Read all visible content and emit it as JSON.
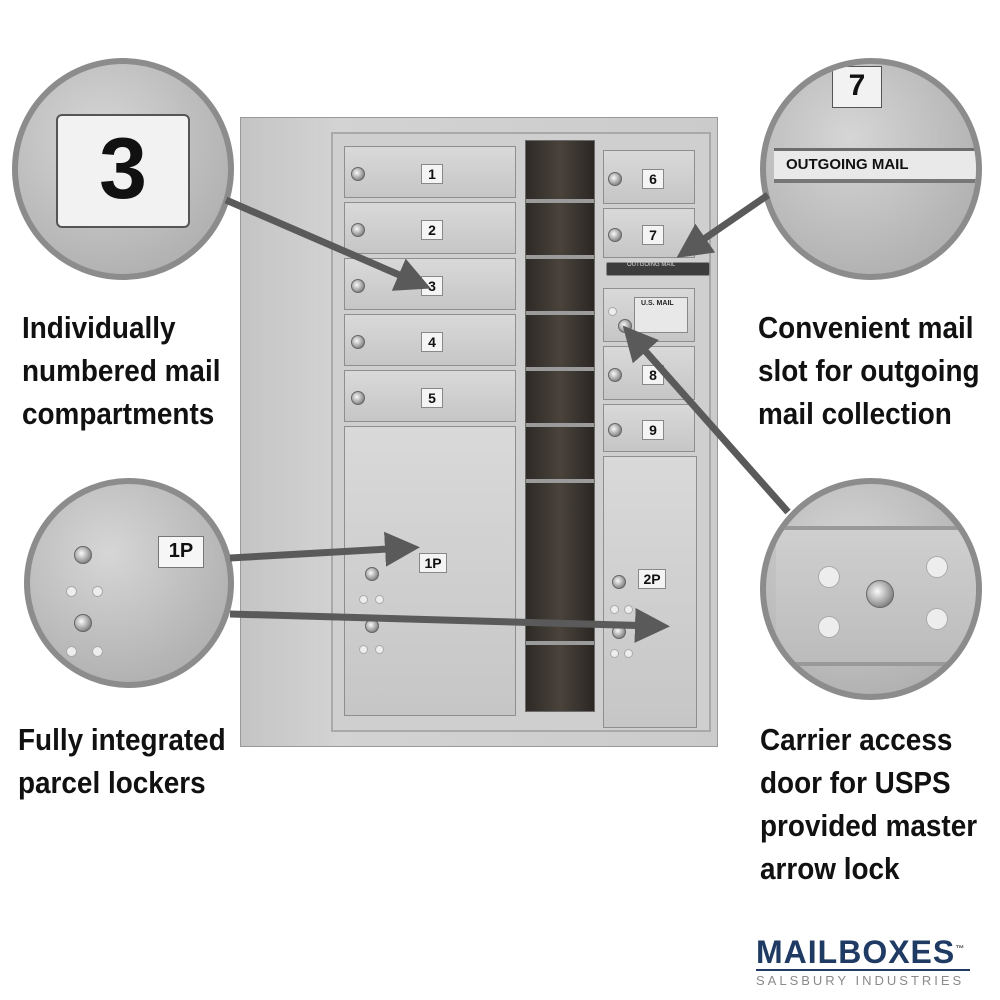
{
  "captions": {
    "left_top": [
      "Individually",
      "numbered mail",
      "compartments"
    ],
    "left_bottom": [
      "Fully integrated",
      "parcel lockers"
    ],
    "right_top": [
      "Convenient mail",
      "slot for outgoing",
      "mail collection"
    ],
    "right_bottom": [
      "Carrier access",
      "door for USPS",
      "provided master",
      "arrow lock"
    ]
  },
  "zoom_labels": {
    "compartment_number": "3",
    "parcel_number": "1P",
    "slot_number": "7",
    "outgoing_mail": "OUTGOING MAIL"
  },
  "compartments_left": [
    "1",
    "2",
    "3",
    "4",
    "5"
  ],
  "compartments_right": [
    "6",
    "7",
    "8",
    "9"
  ],
  "parcel_left": "1P",
  "parcel_right": "2P",
  "usps_plate": "U.S. MAIL",
  "outgoing_slot_label": "OUTGOING MAIL",
  "logo": {
    "name": "MAILBOXES",
    "trademark": "™",
    "subtitle": "SALSBURY INDUSTRIES"
  },
  "colors": {
    "logo_blue": "#1f3b63",
    "arrow_gray": "#5a5a5a",
    "unit_silver": "#c9c9c9"
  }
}
